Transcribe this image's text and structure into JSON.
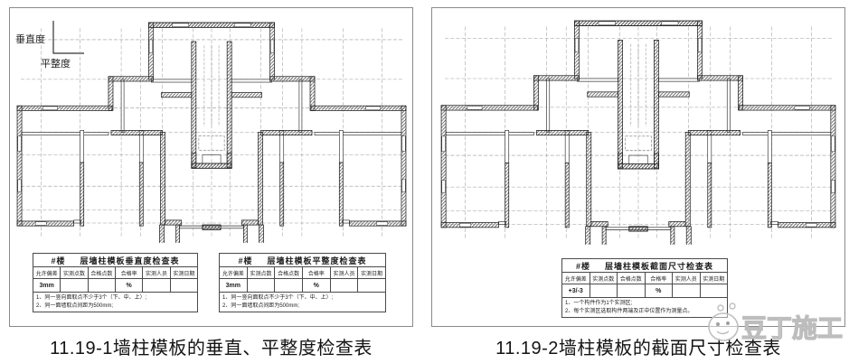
{
  "legend": {
    "vertical_label": "垂直度",
    "flatness_label": "平整度"
  },
  "tables": {
    "building_label": "#楼",
    "columns": [
      "允许偏差",
      "实测点数",
      "合格点数",
      "合格率",
      "实测人员",
      "实测日期"
    ],
    "rate_unit": "%",
    "vertical": {
      "title": "层墙柱模板垂直度检查表",
      "allowed_deviation": "3mm",
      "notes": [
        "1、同一竖向面取点不少于3个（下、中、上）;",
        "2、同一面墙取点间距为500mm;"
      ]
    },
    "flatness": {
      "title": "层墙柱模板平整度检查表",
      "allowed_deviation": "3mm",
      "notes": [
        "1、同一竖向面取点不少于3个（下、中、上）;",
        "2、同一面墙取点间距为500mm;"
      ]
    },
    "section": {
      "title": "层墙柱模板截面尺寸检查表",
      "allowed_deviation": "+3/-3",
      "notes": [
        "1、一个构件作为1个实测区;",
        "2、每个实测区选取构件两端及正中位置作为测量点。"
      ]
    }
  },
  "captions": {
    "left": "11.19-1墙柱模板的垂直、平整度检查表",
    "right": "11.19-2墙柱模板的截面尺寸检查表"
  },
  "watermark": {
    "text": "豆丁施工"
  },
  "colors": {
    "drawing_line": "#1a1a1a",
    "grid_line": "#999999",
    "panel_border": "#8a8a8a",
    "watermark": "#c0c0c0"
  }
}
